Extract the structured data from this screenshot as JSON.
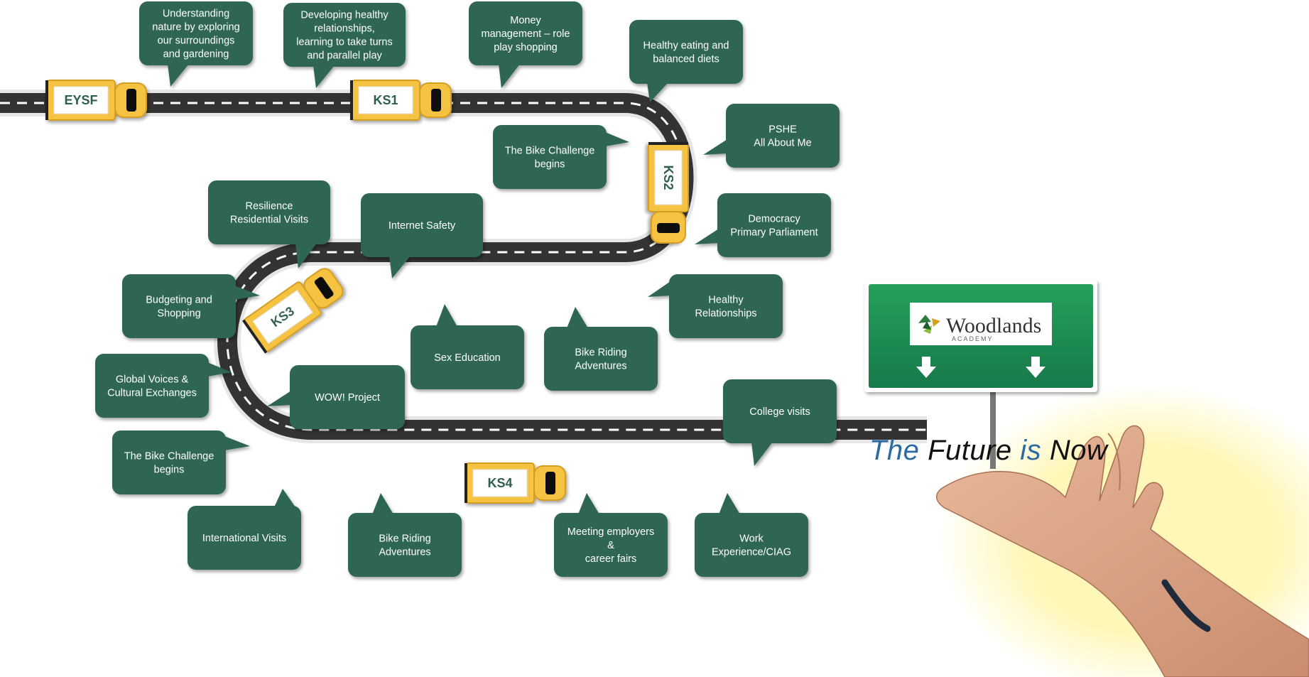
{
  "stages": [
    {
      "id": "eysf",
      "label": "EYSF"
    },
    {
      "id": "ks1",
      "label": "KS1"
    },
    {
      "id": "ks2",
      "label": "KS2"
    },
    {
      "id": "ks3",
      "label": "KS3"
    },
    {
      "id": "ks4",
      "label": "KS4"
    }
  ],
  "bubbles": [
    {
      "id": "nature",
      "lines": [
        "Understanding",
        "nature by exploring",
        "our surroundings",
        "and gardening"
      ]
    },
    {
      "id": "relationships",
      "lines": [
        "Developing healthy",
        "relationships,",
        "learning to take turns",
        "and parallel play"
      ]
    },
    {
      "id": "money",
      "lines": [
        "Money",
        "management – role",
        "play shopping"
      ]
    },
    {
      "id": "healthy-eating",
      "lines": [
        "Healthy eating and",
        "balanced diets"
      ]
    },
    {
      "id": "bike-challenge-ks2",
      "lines": [
        "The Bike Challenge",
        "begins"
      ]
    },
    {
      "id": "pshe",
      "lines": [
        "PSHE",
        "All About Me"
      ]
    },
    {
      "id": "democracy",
      "lines": [
        "Democracy",
        "Primary Parliament"
      ]
    },
    {
      "id": "healthy-relationships",
      "lines": [
        "Healthy",
        "Relationships"
      ]
    },
    {
      "id": "resilience",
      "lines": [
        "Resilience",
        "Residential Visits"
      ]
    },
    {
      "id": "internet-safety",
      "lines": [
        "Internet Safety"
      ]
    },
    {
      "id": "budgeting",
      "lines": [
        "Budgeting and",
        "Shopping"
      ]
    },
    {
      "id": "sex-education",
      "lines": [
        "Sex Education"
      ]
    },
    {
      "id": "bike-riding-ks3",
      "lines": [
        "Bike Riding",
        "Adventures"
      ]
    },
    {
      "id": "global-voices",
      "lines": [
        "Global Voices &",
        "Cultural Exchanges"
      ]
    },
    {
      "id": "wow-project",
      "lines": [
        "WOW! Project"
      ]
    },
    {
      "id": "bike-challenge-ks4",
      "lines": [
        "The Bike Challenge",
        "begins"
      ]
    },
    {
      "id": "international-visits",
      "lines": [
        "International Visits"
      ]
    },
    {
      "id": "bike-riding-ks4",
      "lines": [
        "Bike Riding",
        "Adventures"
      ]
    },
    {
      "id": "meeting-employers",
      "lines": [
        "Meeting employers",
        "&",
        "career fairs"
      ]
    },
    {
      "id": "work-experience",
      "lines": [
        "Work",
        "Experience/CIAG"
      ]
    },
    {
      "id": "college-visits",
      "lines": [
        "College visits"
      ]
    }
  ],
  "sign": {
    "logo_name": "Woodlands",
    "logo_sub": "ACADEMY",
    "arrows": [
      "arrow-down-icon",
      "arrow-down-icon"
    ]
  },
  "tagline": {
    "words": [
      {
        "text": "The",
        "color": "blue"
      },
      {
        "text": "Future",
        "color": "dark"
      },
      {
        "text": "is",
        "color": "blue"
      },
      {
        "text": "Now",
        "color": "dark"
      }
    ]
  },
  "colors": {
    "bubble": "#2e6652",
    "bus": "#f5c242",
    "road": "#333333",
    "sign": "#1e8a4e",
    "tagline_blue": "#2b6aa3",
    "tagline_dark": "#111111"
  }
}
